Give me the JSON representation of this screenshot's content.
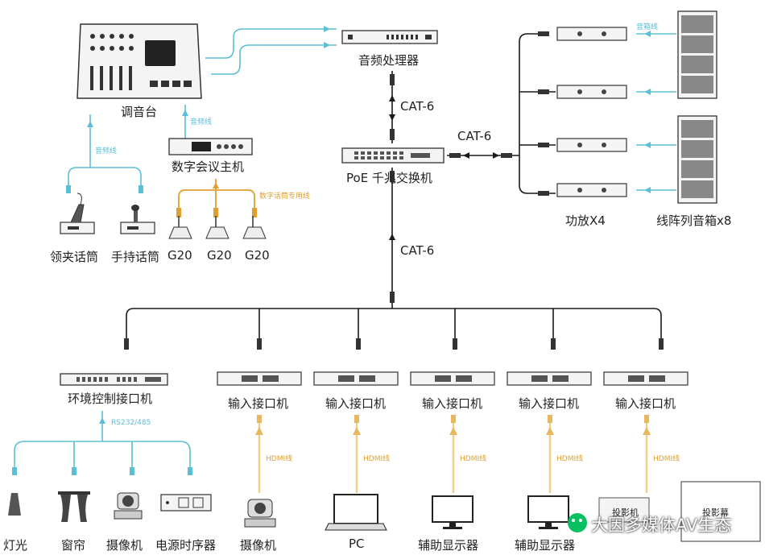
{
  "labels": {
    "mixer": "调音台",
    "audio_processor": "音频处理器",
    "digital_host": "数字会议主机",
    "poe_switch": "PoE 千兆交换机",
    "lavalier_mic": "领夹话筒",
    "handheld_mic": "手持话筒",
    "g20_1": "G20",
    "g20_2": "G20",
    "g20_3": "G20",
    "amp": "功放X4",
    "speakers": "线阵列音箱x8",
    "env_control": "环境控制接口机",
    "input_1": "输入接口机",
    "input_2": "输入接口机",
    "input_3": "输入接口机",
    "input_4": "输入接口机",
    "input_5": "输入接口机",
    "light": "灯光",
    "curtain": "窗帘",
    "camera_1": "摄像机",
    "power_sequencer": "电源时序器",
    "camera_2": "摄像机",
    "pc": "PC",
    "aux_display_1": "辅助显示器",
    "aux_display_2": "辅助显示器",
    "projector": "投影机",
    "projection_screen": "投影幕"
  },
  "cables": {
    "cat6_a": "CAT-6",
    "cat6_b": "CAT-6",
    "cat6_c": "CAT-6",
    "audio_line_1": "音频线",
    "audio_line_2": "音频线",
    "speaker_line": "音箱线",
    "digital_mic_line": "数字话筒专用线",
    "rs232": "RS232/485",
    "hdmi_1": "HDMI线",
    "hdmi_2": "HDMI线",
    "hdmi_3": "HDMI线",
    "hdmi_4": "HDMI线",
    "hdmi_5": "HDMI线"
  },
  "watermark": "大因多媒体AV生态",
  "colors": {
    "network": "#1a1a1a",
    "audio": "#5bbfd6",
    "digital_mic": "#e0a030",
    "hdmi": "#f2cf86"
  }
}
